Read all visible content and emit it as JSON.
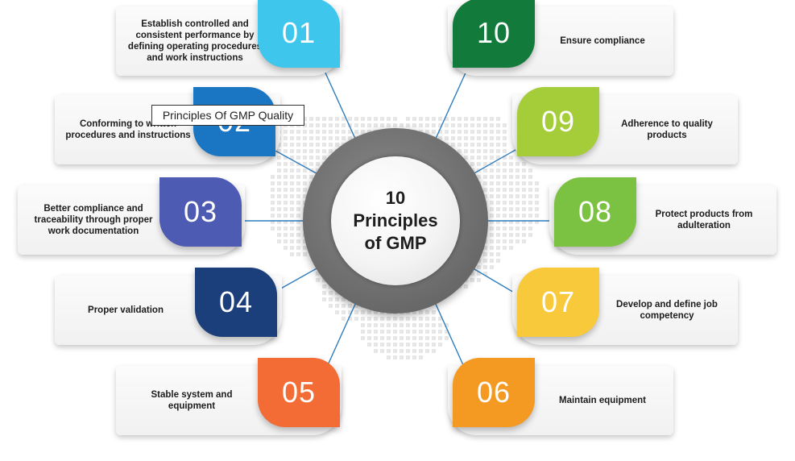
{
  "center": {
    "lines": [
      "10",
      "Principles",
      "of GMP"
    ]
  },
  "tooltip": "Principles Of GMP Quality",
  "principles": [
    {
      "number": "01",
      "text": "Establish controlled and consistent performance by defining operating procedures and work instructions",
      "color": "#3ec6ec"
    },
    {
      "number": "02",
      "text": "Conforming to written procedures and instructions",
      "color": "#1a76c2"
    },
    {
      "number": "03",
      "text": "Better compliance and traceability through proper work documentation",
      "color": "#4d5bb2"
    },
    {
      "number": "04",
      "text": "Proper validation",
      "color": "#1b3f7a"
    },
    {
      "number": "05",
      "text": "Stable system and equipment",
      "color": "#f36b35"
    },
    {
      "number": "06",
      "text": "Maintain equipment",
      "color": "#f49a22"
    },
    {
      "number": "07",
      "text": "Develop and define job competency",
      "color": "#f8c93a"
    },
    {
      "number": "08",
      "text": "Protect products from adulteration",
      "color": "#7cc242"
    },
    {
      "number": "09",
      "text": "Adherence to quality products",
      "color": "#a5cd3a"
    },
    {
      "number": "10",
      "text": "Ensure compliance",
      "color": "#127a3b"
    }
  ]
}
